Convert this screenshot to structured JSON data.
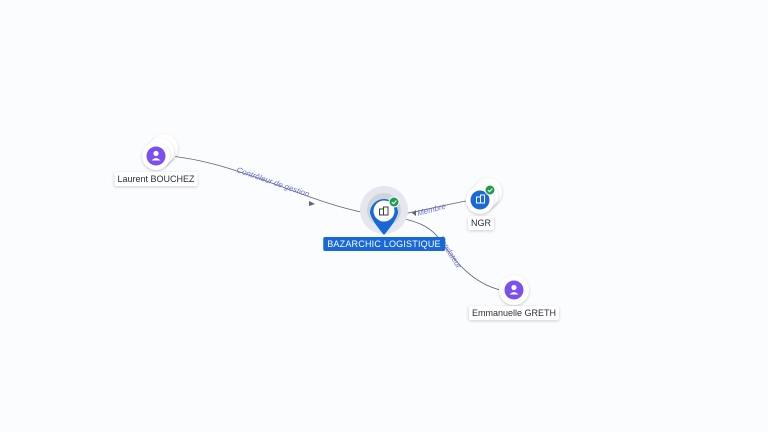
{
  "nodes": {
    "main": {
      "label": "BAZARCHIC LOGISTIQUE",
      "icon": "building-icon",
      "verified": true
    },
    "laurent": {
      "label": "Laurent BOUCHEZ",
      "icon": "person-icon"
    },
    "ngr": {
      "label": "NGR",
      "icon": "building-icon",
      "verified": true
    },
    "emmanuelle": {
      "label": "Emmanuelle GRETH",
      "icon": "person-icon"
    }
  },
  "edges": {
    "laurent_main": {
      "label": "Contrôleur de gestion"
    },
    "ngr_main": {
      "label": "Membre"
    },
    "emmanuelle_main": {
      "label": "Fondateur"
    }
  },
  "colors": {
    "person": "#7b4ff0",
    "company": "#1868d8",
    "verified": "#1f9d4c",
    "edge_label": "#6a73d9"
  }
}
